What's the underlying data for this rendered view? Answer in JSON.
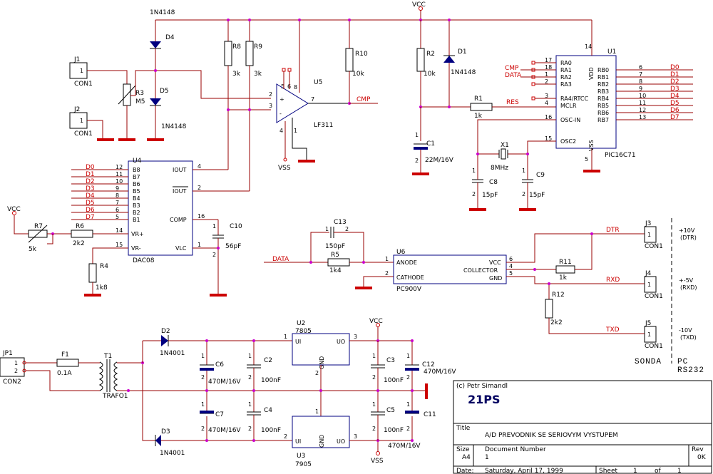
{
  "labels": {
    "d4_part": "1N4148",
    "d4_ref": "D4",
    "d5_ref": "D5",
    "d5_part": "1N4148",
    "j1_ref": "J1",
    "j1_part": "CON1",
    "j2_ref": "J2",
    "j2_part": "CON1",
    "r3_ref": "R3",
    "r3_val": "M5",
    "r8_ref": "R8",
    "r8_val": "3k",
    "r9_ref": "R9",
    "r9_val": "3k",
    "u5_ref": "U5",
    "u5_part": "LF311",
    "r10_ref": "R10",
    "r10_val": "10k",
    "vcc_top": "VCC",
    "r2_ref": "R2",
    "r2_val": "10k",
    "d1_ref": "D1",
    "d1_part": "1N4148",
    "u1_ref": "U1",
    "u1_part": "PIC16C71",
    "r1_ref": "R1",
    "r1_val": "1k",
    "c1_ref": "C1",
    "c1_val": "22M/16V",
    "x1_ref": "X1",
    "x1_val": "8MHz",
    "c8_ref": "C8",
    "c8_val": "15pF",
    "c9_ref": "C9",
    "c9_val": "15pF",
    "vss_u5": "VSS",
    "u4_ref": "U4",
    "u4_part": "DAC08",
    "vcc_left": "VCC",
    "r7_ref": "R7",
    "r7_val": "5k",
    "r6_ref": "R6",
    "r6_val": "2k2",
    "r4_ref": "R4",
    "r4_val": "1k8",
    "c10_ref": "C10",
    "c10_val": "56pF",
    "c13_ref": "C13",
    "c13_val": "150pF",
    "r5_ref": "R5",
    "r5_val": "1k4",
    "u6_ref": "U6",
    "u6_part": "PC900V",
    "r11_ref": "R11",
    "r11_val": "1k",
    "r12_ref": "R12",
    "r12_val": "2k2",
    "j3_ref": "J3",
    "j3_part": "CON1",
    "j4_ref": "J4",
    "j4_part": "CON1",
    "j5_ref": "J5",
    "j5_part": "CON1",
    "volt1": "+10V",
    "volt1_sig": "(DTR)",
    "volt2": "+-5V",
    "volt2_sig": "(RXD)",
    "volt3": "-10V",
    "volt3_sig": "(TXD)",
    "sonda": "SONDA",
    "pc": "PC",
    "rs232": "RS232",
    "jp1_ref": "JP1",
    "jp1_part": "CON2",
    "f1_ref": "F1",
    "f1_val": "0.1A",
    "t1_ref": "T1",
    "t1_part": "TRAFO1",
    "d2_ref": "D2",
    "d2_part": "1N4001",
    "d3_ref": "D3",
    "d3_part": "1N4001",
    "c6_ref": "C6",
    "c6_val": "470M/16V",
    "c7_ref": "C7",
    "c7_val": "470M/16V",
    "c2_ref": "C2",
    "c2_val": "100nF",
    "c4_ref": "C4",
    "c4_val": "100nF",
    "u2_ref": "U2",
    "u2_part": "7805",
    "u3_ref": "U3",
    "u3_part": "7905",
    "vcc_pwr": "VCC",
    "vss_pwr": "VSS",
    "c3_ref": "C3",
    "c3_val": "100nF",
    "c5_ref": "C5",
    "c5_val": "100nF",
    "c12_ref": "C12",
    "c12_val": "470M/16V",
    "c11_ref": "C11",
    "c11_val": "470M/16V"
  },
  "nets": {
    "cmp_u5": "CMP",
    "cmp_u1": "CMP",
    "data_u1": "DATA",
    "res": "RES",
    "dtr": "DTR",
    "txd": "TXD",
    "rxd": "RXD",
    "data_u6": "DATA",
    "d0": "D0",
    "d1": "D1",
    "d2": "D2",
    "d3": "D3",
    "d4": "D4",
    "d5": "D5",
    "d6": "D6",
    "d7": "D7",
    "ld0": "D0",
    "ld1": "D1",
    "ld2": "D2",
    "ld3": "D3",
    "ld4": "D4",
    "ld5": "D5",
    "ld6": "D6",
    "ld7": "D7"
  },
  "pins": {
    "u1_left": [
      "RA0",
      "RA1",
      "RA2",
      "RA3",
      "RA4/RTCC",
      "MCLR",
      "OSC-IN",
      "OSC2"
    ],
    "u1_left_num": [
      "17",
      "18",
      "1",
      "2",
      "3",
      "4",
      "16",
      "15"
    ],
    "u1_right": [
      "RB0",
      "RB1",
      "RB2",
      "RB3",
      "RB4",
      "RB5",
      "RB6",
      "RB7"
    ],
    "u1_right_num": [
      "6",
      "7",
      "8",
      "9",
      "10",
      "11",
      "12",
      "13"
    ],
    "u1_vdd": "VDD",
    "u1_vss": "VSS",
    "u1_vdd_num": "14",
    "u1_vss_num": "5",
    "u4_left": [
      "B8",
      "B7",
      "B6",
      "B5",
      "B4",
      "B3",
      "B2",
      "B1"
    ],
    "u4_left_num": [
      "12",
      "11",
      "10",
      "9",
      "8",
      "7",
      "6",
      "5"
    ],
    "u4_vrp": "VR+",
    "u4_vrm": "VR-",
    "u4_vrp_num": "14",
    "u4_vrm_num": "15",
    "u4_iout": "IOUT",
    "u4_iout_n": "IOUT",
    "u4_comp": "COMP",
    "u4_vlc": "VLC",
    "u4_iout_num": "4",
    "u4_ioutn_num": "2",
    "u4_comp_num": "16",
    "u4_vlc_num": "1",
    "u6_anode": "ANODE",
    "u6_cathode": "CATHODE",
    "u6_vcc": "VCC",
    "u6_collector": "COLLECTOR",
    "u6_gnd": "GND",
    "u6_n1": "1",
    "u6_n2": "2",
    "u6_n6": "6",
    "u6_n4": "4",
    "u6_n5": "5",
    "u2_ui": "UI",
    "u2_uo": "UO",
    "u2_gnd": "GND",
    "u2_n1": "1",
    "u2_n3": "3",
    "u2_n2": "2",
    "u3_ui": "UI",
    "u3_uo": "UO",
    "u3_gnd": "GND",
    "u3_n2": "2",
    "u3_n3": "3",
    "u3_n1": "1",
    "u5_n2": "2",
    "u5_n3": "3",
    "u5_n7": "7",
    "u5_n4": "4",
    "u5_n1": "1",
    "u5_n8": "8",
    "u5_n5": "5",
    "u5_n6": "6",
    "one": "1",
    "two": "2"
  },
  "titleblock": {
    "copyright": "(c) Petr Simandl",
    "logo": "21PS",
    "title_label": "Title",
    "title": "A/D PREVODNIK SE SERIOVYM VYSTUPEM",
    "size_label": "Size",
    "size": "A4",
    "docnum_label": "Document Number",
    "docnum": "1",
    "rev_label": "Rev",
    "rev": "0K",
    "date_label": "Date:",
    "date": "Saturday, April 17, 1999",
    "sheet_label": "Sheet",
    "sheet": "1",
    "of_label": "of",
    "sheet_total": "1"
  }
}
